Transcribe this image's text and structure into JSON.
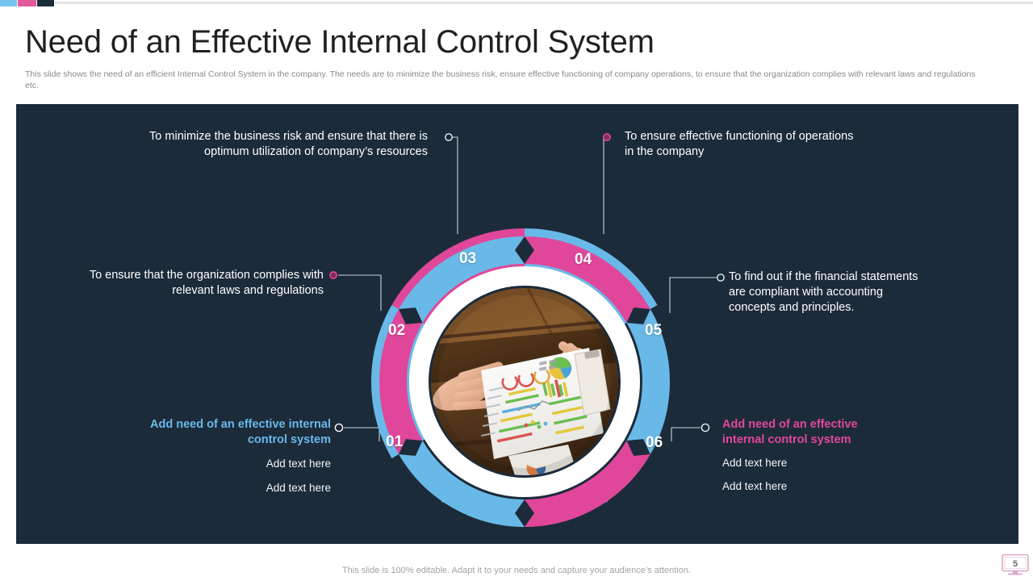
{
  "header": {
    "title": "Need of an Effective Internal Control System",
    "subtitle": "This slide shows the need of an efficient Internal Control System in the company. The needs are to minimize the business risk, ensure effective functioning of company operations, to ensure that the organization complies with relevant laws and regulations etc."
  },
  "top_decoration": {
    "segment_colors": [
      "#74c4ee",
      "#e2599b",
      "#1c2b3a"
    ],
    "rule_color": "#e3e3e3"
  },
  "theme": {
    "panel_background": "#1c2b3a",
    "blue": "#69b9e8",
    "pink": "#e0479b",
    "white": "#ffffff",
    "title_color": "#231f20",
    "subtitle_color": "#8a8a8a"
  },
  "diagram": {
    "center_image_alt": "Hands reviewing a printed business analytics report with colorful charts on a wooden desk",
    "segments": [
      {
        "number": "01",
        "color": "#69b9e8"
      },
      {
        "number": "02",
        "color": "#e0479b"
      },
      {
        "number": "03",
        "color": "#69b9e8"
      },
      {
        "number": "04",
        "color": "#e0479b"
      },
      {
        "number": "05",
        "color": "#69b9e8"
      },
      {
        "number": "06",
        "color": "#e0479b"
      }
    ],
    "callouts": [
      {
        "id": "01",
        "align": "right",
        "heading": "Add need of an effective internal control system",
        "heading_color": "#69b9e8",
        "body": "Add text here\nAdd text here",
        "marker_color": "#ffffff"
      },
      {
        "id": "02",
        "align": "right",
        "text": "To ensure that the organization complies with relevant laws and regulations",
        "marker_color": "#e0479b"
      },
      {
        "id": "03",
        "align": "right",
        "text": "To minimize the business risk and ensure that there is optimum utilization of company’s resources",
        "marker_color": "#ffffff"
      },
      {
        "id": "04",
        "align": "left",
        "text": "To ensure effective functioning of operations in the company",
        "marker_color": "#e0479b"
      },
      {
        "id": "05",
        "align": "left",
        "text": "To find out if the financial statements are compliant with accounting concepts and principles.",
        "marker_color": "#ffffff"
      },
      {
        "id": "06",
        "align": "left",
        "heading": "Add need of an effective internal control system",
        "heading_color": "#e0479b",
        "body": "Add text here\nAdd text here",
        "marker_color": "#ffffff"
      }
    ]
  },
  "callout_text": {
    "c1_line1": "To minimize the business risk and ensure that there is",
    "c1_line2": "optimum utilization of company’s resources",
    "c2_line1": "To ensure that the organization complies with",
    "c2_line2": "relevant laws and regulations",
    "c3_heading_line1": "Add need of an effective internal",
    "c3_heading_line2": "control system",
    "c3_body_line1": "Add text here",
    "c3_body_line2": "Add text here",
    "c4_line1": "To ensure effective functioning of operations",
    "c4_line2": "in the company",
    "c5_line1": "To find out if the financial statements",
    "c5_line2": "are compliant with accounting",
    "c5_line3": "concepts and principles.",
    "c6_heading_line1": "Add need of an effective",
    "c6_heading_line2": "internal control system",
    "c6_body_line1": "Add text here",
    "c6_body_line2": "Add text here"
  },
  "footer": {
    "note": "This slide is 100% editable. Adapt it to your needs and capture your audience’s attention.",
    "slide_number": "5"
  }
}
